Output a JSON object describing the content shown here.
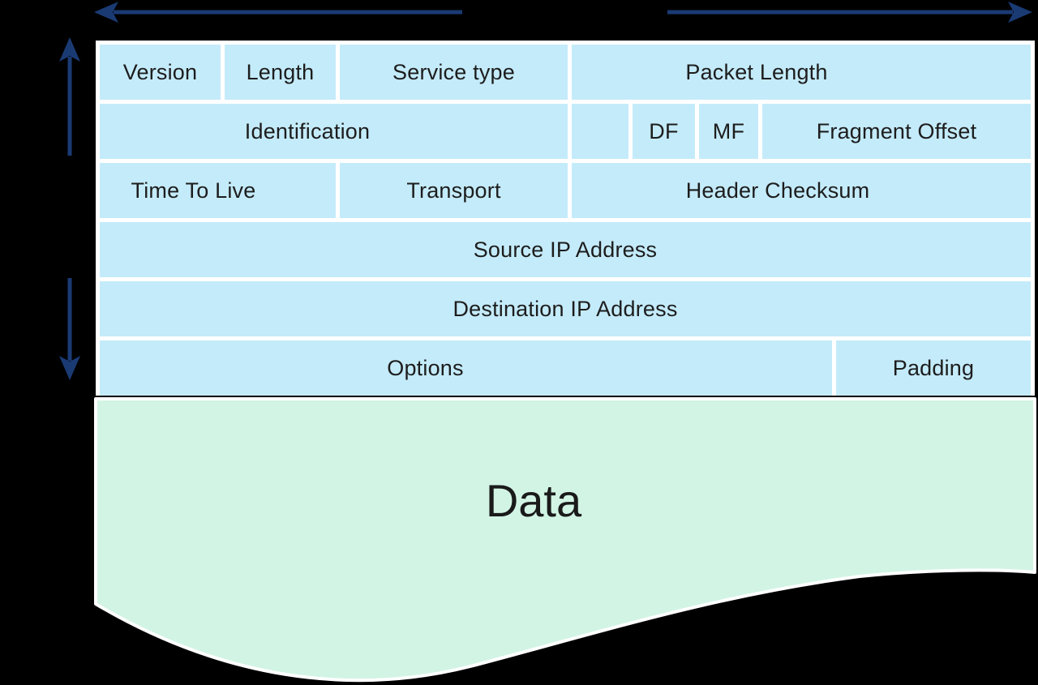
{
  "colors": {
    "background": "#000000",
    "cell_fill": "#c4ebfa",
    "data_fill": "#d2f4e4",
    "separator": "#ffffff",
    "arrow": "#1a3a73",
    "text": "#1d1d1d"
  },
  "icons": {
    "top_left": "arrow-left",
    "top_right": "arrow-right",
    "left_upper": "arrow-up",
    "left_lower": "arrow-down"
  },
  "diagram": {
    "rows": [
      {
        "cells": [
          {
            "label": "Version"
          },
          {
            "label": "Length"
          },
          {
            "label": "Service type"
          },
          {
            "label": "Packet Length"
          }
        ]
      },
      {
        "cells": [
          {
            "label": "Identification"
          },
          {
            "label": ""
          },
          {
            "label": "DF"
          },
          {
            "label": "MF"
          },
          {
            "label": "Fragment Offset"
          }
        ]
      },
      {
        "cells": [
          {
            "label": "Time To Live"
          },
          {
            "label": "Transport"
          },
          {
            "label": "Header Checksum"
          }
        ]
      },
      {
        "cells": [
          {
            "label": "Source IP Address"
          }
        ]
      },
      {
        "cells": [
          {
            "label": "Destination IP Address"
          }
        ]
      },
      {
        "cells": [
          {
            "label": "Options"
          },
          {
            "label": "Padding"
          }
        ]
      }
    ],
    "data_label": "Data"
  }
}
